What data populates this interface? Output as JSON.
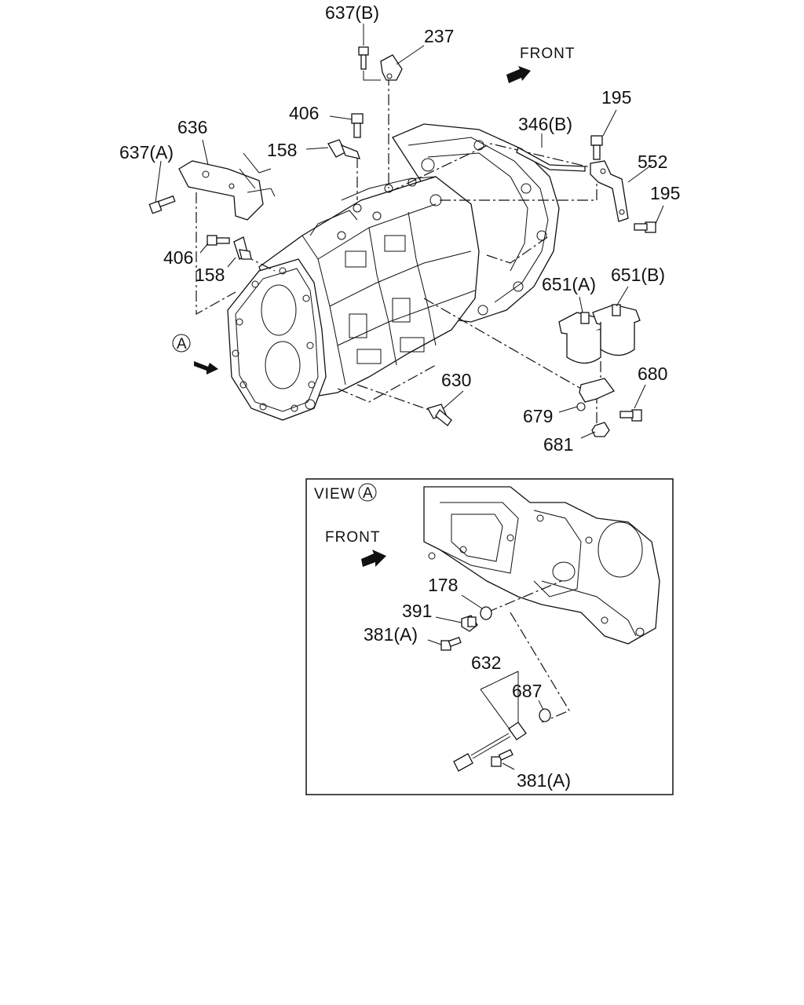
{
  "labels": {
    "p637b": "637(B)",
    "p237": "237",
    "front_main": "FRONT",
    "p406_top": "406",
    "p158_top": "158",
    "p636": "636",
    "p637a": "637(A)",
    "p346b": "346(B)",
    "p195_top": "195",
    "p552": "552",
    "p195_right": "195",
    "p406_left": "406",
    "p158_left": "158",
    "p651a": "651(A)",
    "p651b": "651(B)",
    "view_marker": "A",
    "p630": "630",
    "p680": "680",
    "p679": "679",
    "p681": "681"
  },
  "inset": {
    "view_text": "VIEW",
    "view_marker": "A",
    "front": "FRONT",
    "p178": "178",
    "p391": "391",
    "p381a_top": "381(A)",
    "p632": "632",
    "p687": "687",
    "p381a_bottom": "381(A)"
  },
  "icons": [
    "front-arrow-icon",
    "view-arrow-icon"
  ]
}
